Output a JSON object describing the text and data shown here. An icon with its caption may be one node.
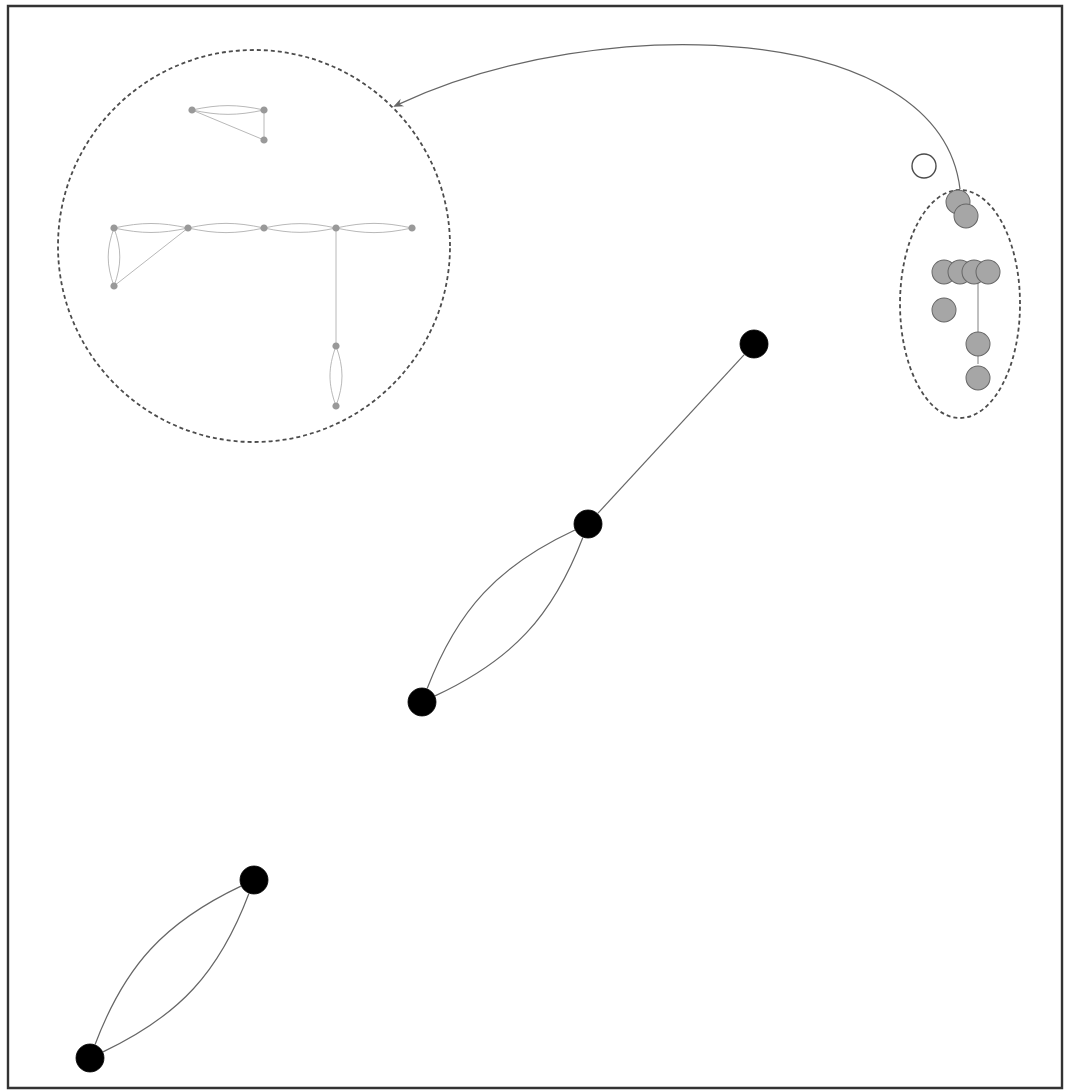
{
  "diagram": {
    "nodes": [
      {
        "text": [],
        "shape": "circle"
      },
      {
        "text": [],
        "shape": "circle"
      },
      {
        "text": [],
        "shape": "circle"
      },
      {
        "text": [],
        "shape": "circle"
      },
      {
        "text": [],
        "shape": "circle"
      },
      {
        "text": [],
        "shape": "circle"
      },
      {
        "text": [],
        "shape": "circle"
      },
      {
        "text": [],
        "shape": "circle"
      }
    ],
    "edges": [
      {
        "from": 2,
        "to": 0,
        "arrow": "to"
      },
      {
        "from": 3,
        "to": 4,
        "arrow": "none"
      },
      {
        "from": 4,
        "to": 5,
        "arrow": "none"
      },
      {
        "from": 4,
        "to": 5,
        "arrow": "none"
      },
      {
        "from": 6,
        "to": 7,
        "arrow": "none"
      },
      {
        "from": 6,
        "to": 7,
        "arrow": "none"
      }
    ]
  }
}
